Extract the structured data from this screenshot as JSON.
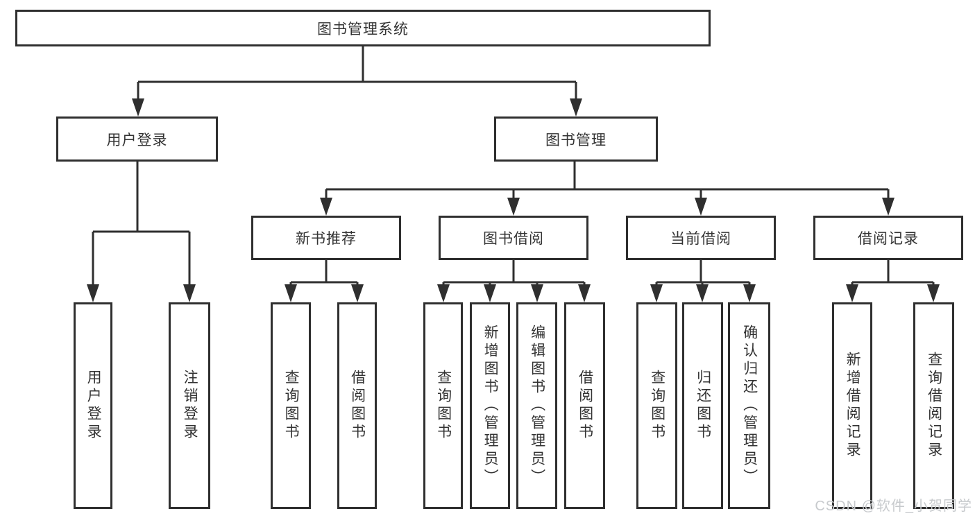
{
  "tree": {
    "label": "图书管理系统",
    "children": [
      {
        "label": "用户登录",
        "children": [
          {
            "label": "用户登录"
          },
          {
            "label": "注销登录"
          }
        ]
      },
      {
        "label": "图书管理",
        "children": [
          {
            "label": "新书推荐",
            "children": [
              {
                "label": "查询图书"
              },
              {
                "label": "借阅图书"
              }
            ]
          },
          {
            "label": "图书借阅",
            "children": [
              {
                "label": "查询图书"
              },
              {
                "label": "新增图书（管理员）"
              },
              {
                "label": "编辑图书（管理员）"
              },
              {
                "label": "借阅图书"
              }
            ]
          },
          {
            "label": "当前借阅",
            "children": [
              {
                "label": "查询图书"
              },
              {
                "label": "归还图书"
              },
              {
                "label": "确认归还（管理员）"
              }
            ]
          },
          {
            "label": "借阅记录",
            "children": [
              {
                "label": "新增借阅记录"
              },
              {
                "label": "查询借阅记录"
              }
            ]
          }
        ]
      }
    ]
  },
  "watermark": {
    "text": "CSDN @软件_小贺同学"
  },
  "colors": {
    "line": "#2f2f2f",
    "box_border": "#2f2f2f",
    "box_fill": "#ffffff",
    "text": "#333333",
    "watermark": "#c7cacd"
  }
}
